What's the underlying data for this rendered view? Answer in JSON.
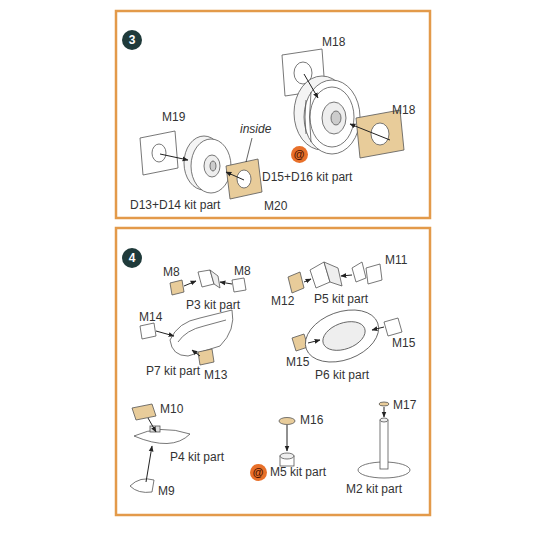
{
  "diagram": {
    "nodes": [
      {
        "text": [
          "3"
        ]
      },
      {
        "text": [
          "@"
        ]
      },
      {
        "text": [
          "4"
        ]
      },
      {
        "text": [
          "@"
        ]
      }
    ],
    "labels": [
      "M18",
      "M18",
      "D15+D16 kit part",
      "M19",
      "inside",
      "D13+D14 kit part",
      "M20",
      "M8",
      "M8",
      "P3 kit part",
      "M12",
      "M11",
      "P5 kit part",
      "M14",
      "P7 kit part",
      "M13",
      "M15",
      "M15",
      "P6 kit part",
      "M10",
      "P4 kit part",
      "M9",
      "M16",
      "M5 kit part",
      "M17",
      "M2 kit part"
    ]
  }
}
